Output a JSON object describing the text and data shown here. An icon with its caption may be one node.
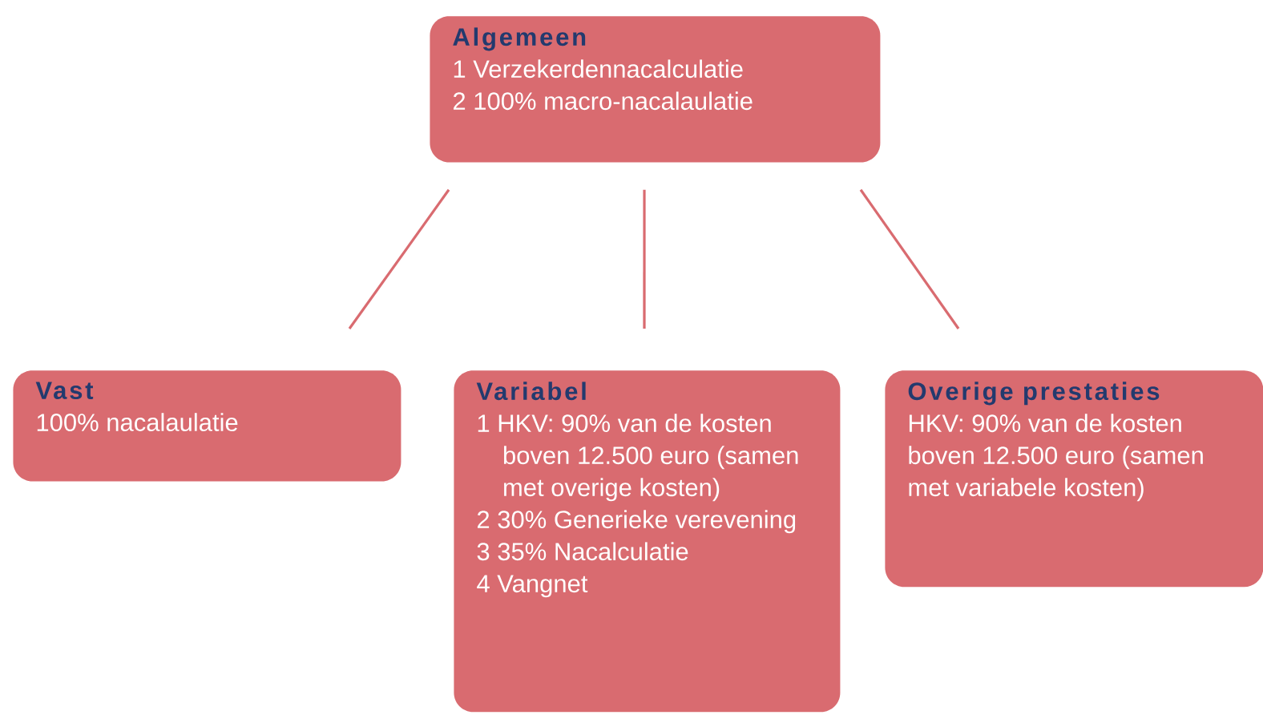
{
  "diagram": {
    "nodes": [
      {
        "text": [
          "Algemeen",
          "1 Verzekerdennacalculatie",
          "2 100% macro-nacalaulatie"
        ]
      },
      {
        "text": [
          "Vast",
          "100% nacalaulatie"
        ]
      },
      {
        "text": [
          "Variabel",
          "1 HKV: 90% van de kosten boven 12.500 euro (samen met overige kosten)",
          "2 30% Generieke verevening",
          "3 35% Nacalculatie",
          "4 Vangnet"
        ]
      },
      {
        "text": [
          "Overige prestaties",
          "HKV: 90% van de kosten boven 12.500 euro (samen met variabele kosten)"
        ]
      }
    ],
    "edges": [
      {
        "from": 0,
        "to": 1,
        "arrow": "none"
      },
      {
        "from": 0,
        "to": 2,
        "arrow": "none"
      },
      {
        "from": 0,
        "to": 3,
        "arrow": "none"
      }
    ]
  }
}
